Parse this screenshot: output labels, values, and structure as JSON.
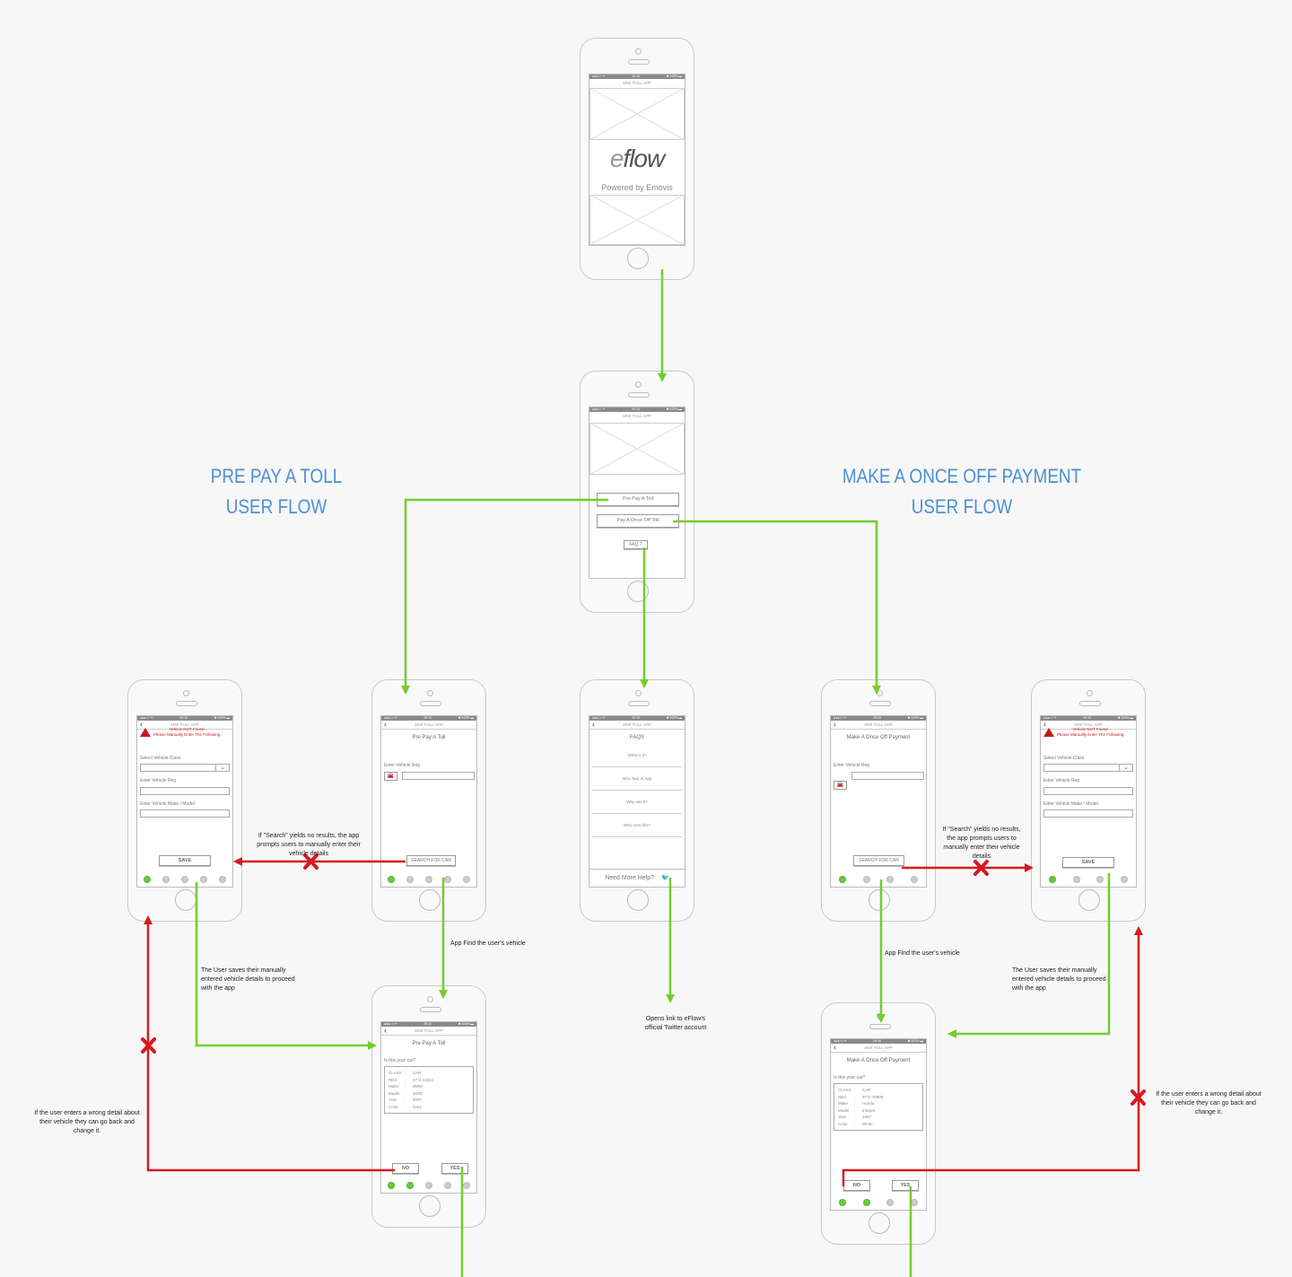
{
  "flow_titles": {
    "prepay_line1": "PRE PAY A TOLL",
    "prepay_line2": "USER  FLOW",
    "onceoff_line1": "MAKE A ONCE OFF PAYMENT",
    "onceoff_line2": "USER  FLOW"
  },
  "app": {
    "title": "M50 TOLL APP",
    "status_left": "●●●○○ ᯤ",
    "status_time": "09:10",
    "status_right": "✱ 100% ▬"
  },
  "splash": {
    "logo_e": "e",
    "logo_rest": "flow",
    "tagline": "Powered by Emovis"
  },
  "menu": {
    "prepay_button": "Pre Pay A Toll",
    "onceoff_button": "Pay A Once Off Toll",
    "faq_button": "FAQ ?"
  },
  "faqs": {
    "header": "FAQS",
    "items": [
      "What is it?",
      "Intro Tour of App",
      "Why use it?",
      "Who runs this?"
    ],
    "help": "Need More Help?"
  },
  "not_found": {
    "line1": "Vehicle NOT Found",
    "line2": "Please Manually Enter The Following",
    "class_label": "Select Vehicle Class",
    "reg_label": "Enter Vehicle Reg",
    "make_label": "Enter Vehicle Make / Model",
    "save": "SAVE"
  },
  "prepay_search": {
    "header": "Pre Pay A Toll",
    "reg_label": "Enter Vehicle Reg",
    "search_button": "SEARCH FOR CAR"
  },
  "onceoff_search": {
    "header": "Make A Once Off Payment",
    "reg_label": "Enter Vehicle Reg",
    "search_button": "SEARCH FOR CAR"
  },
  "prepay_confirm": {
    "header": "Pre Pay A Toll",
    "question": "Is this your car?",
    "fields": [
      {
        "k": "CLASS",
        "v": "CAR"
      },
      {
        "k": "REG",
        "v": "07 D 13421"
      },
      {
        "k": "Make",
        "v": "BMW"
      },
      {
        "k": "Model",
        "v": "320D"
      },
      {
        "k": "Year",
        "v": "2007"
      },
      {
        "k": "Color",
        "v": "Grey"
      }
    ],
    "no": "NO",
    "yes": "YES"
  },
  "onceoff_confirm": {
    "header": "Make A Once Off Payment",
    "question": "Is this your car?",
    "fields": [
      {
        "k": "CLASS",
        "v": "CAR"
      },
      {
        "k": "REG",
        "v": "97 D 70808"
      },
      {
        "k": "Make",
        "v": "Honda"
      },
      {
        "k": "Model",
        "v": "Integra"
      },
      {
        "k": "Year",
        "v": "1997"
      },
      {
        "k": "Color",
        "v": "White"
      }
    ],
    "no": "NO",
    "yes": "YES"
  },
  "notes": {
    "search_noresult_left": "If \"Search\" yields no results, the app prompts users to manually enter their vehicle details",
    "search_noresult_right": "If \"Search\" yields no results, the app prompts users to manually enter their vehicle details",
    "found_left": "App Find the user's vehicle",
    "found_right": "App Find the user's vehicle",
    "saves_left": "The User saves their manually entered vehicle details to proceed with the app",
    "saves_right": "The User saves their manually entered vehicle details to proceed with the app",
    "wrong_left": "If the user enters a wrong detail about their vehicle they can go back and change it.",
    "wrong_right": "If the user enters a wrong detail about their vehicle they can go back and change it.",
    "twitter": "Opens link to eFlow's official Twitter account"
  },
  "colors": {
    "success_arrow": "#74cd2c",
    "error_arrow": "#d71920",
    "title_blue": "#4c8fd6",
    "warning_red": "#c8161d"
  }
}
